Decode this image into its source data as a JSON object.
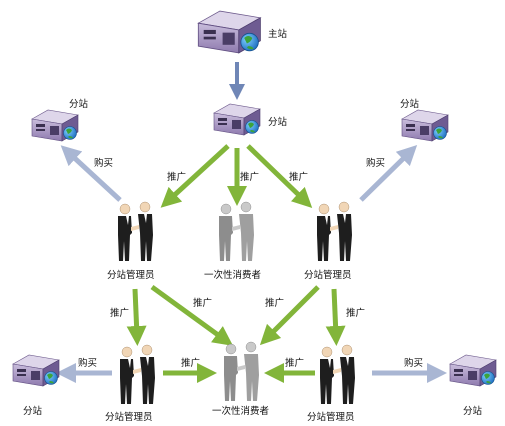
{
  "nodes": {
    "main_station": "主站",
    "sub_station_center": "分站",
    "sub_station_left": "分站",
    "sub_station_right": "分站",
    "manager_mid_left": "分站管理员",
    "consumer_mid": "一次性消费者",
    "manager_mid_right": "分站管理员",
    "sub_station_bottom_left": "分站",
    "manager_bottom_left": "分站管理员",
    "consumer_bottom": "一次性消费者",
    "manager_bottom_right": "分站管理员",
    "sub_station_bottom_right": "分站"
  },
  "edges": {
    "buy": "购买",
    "promote": "推广"
  },
  "colors": {
    "promote_arrow": "#82b53a",
    "buy_arrow": "#a9b6d3",
    "main_arrow": "#6f86b6",
    "server_body": "#9a86b8",
    "dark_suit": "#1e1e1e",
    "gray_suit": "#8d8d8d"
  }
}
